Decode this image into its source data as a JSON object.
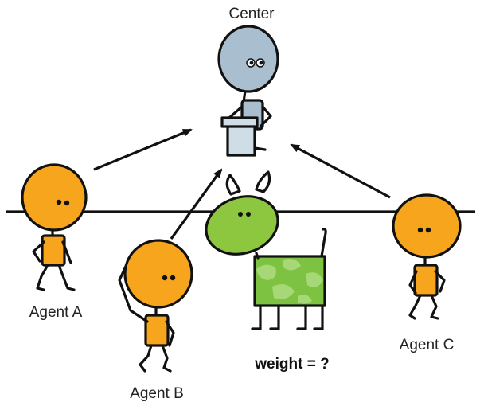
{
  "labels": {
    "center": "Center",
    "agent_a": "Agent A",
    "agent_b": "Agent B",
    "agent_c": "Agent C",
    "question": "weight = ?"
  },
  "colors": {
    "agent_head": "#f7a51c",
    "center_head": "#a9bfcf",
    "podium": "#cfdde6",
    "cow_head": "#8dc63f",
    "cow_body": "#7ec242",
    "cow_spots": "#a6d877",
    "cow_horn": "#ffffff",
    "line": "#111111"
  },
  "icons": [
    "center-figure-icon",
    "agent-figure-icon",
    "cow-icon",
    "arrow-icon"
  ]
}
